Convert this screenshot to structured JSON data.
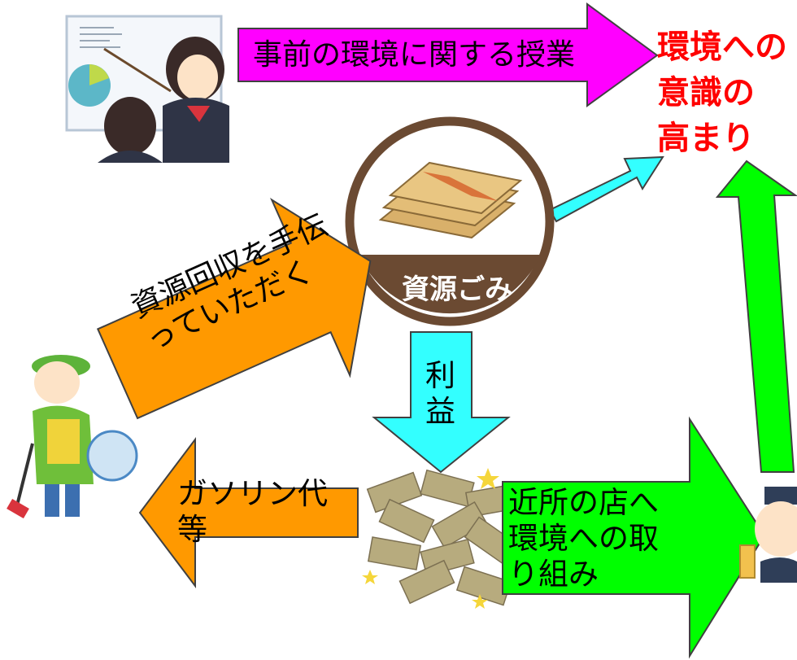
{
  "arrows": {
    "lesson": {
      "label": "事前の環境に関する授業",
      "color": "#ff00ff"
    },
    "collection": {
      "label_line1": "資源回収を手伝",
      "label_line2": "っていただく",
      "color": "#ff9900"
    },
    "profit": {
      "label_line1": "利",
      "label_line2": "益",
      "color": "#33ffff"
    },
    "gasoline": {
      "label_line1": "ガソリン代",
      "label_line2": "等",
      "color": "#ff9900"
    },
    "shop": {
      "label_line1": "近所の店へ",
      "label_line2": "環境への取",
      "label_line3": "り組み",
      "color": "#00ff00"
    },
    "awareness_cyan": {
      "color": "#33ffff"
    },
    "awareness_green": {
      "color": "#00ff00"
    }
  },
  "outcome": {
    "line1": "環境への",
    "line2": "意識の",
    "line3": "高まり",
    "color": "#ff0000"
  },
  "resource_badge": {
    "label": "資源ごみ"
  }
}
